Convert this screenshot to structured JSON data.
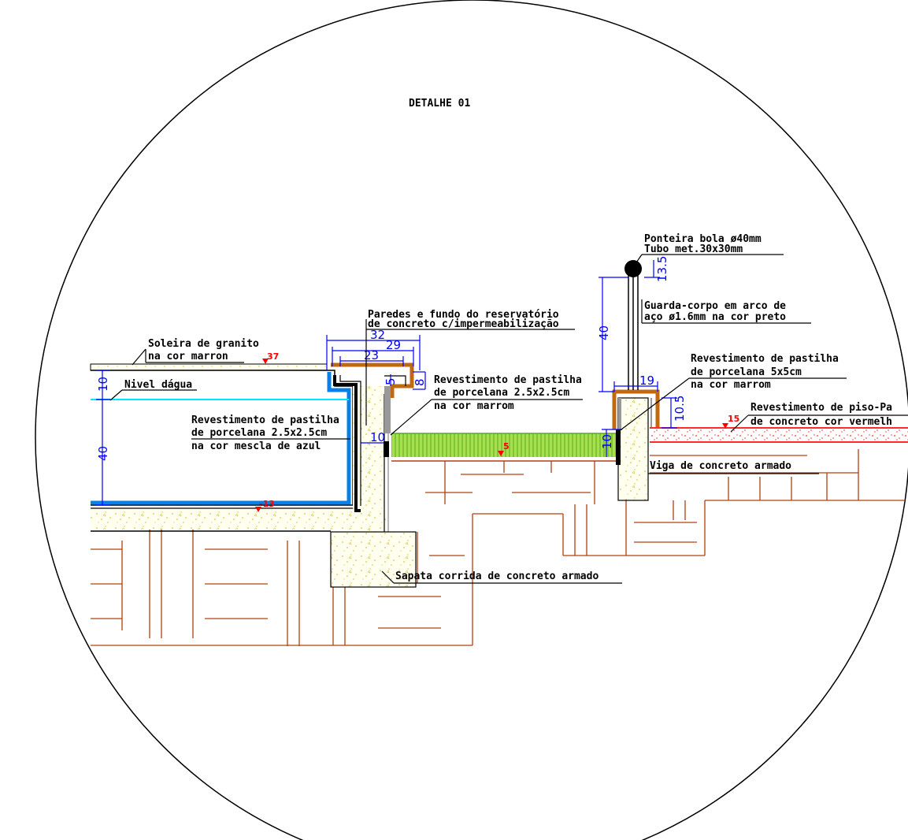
{
  "title": "DETALHE 01",
  "colors": {
    "outline": "#000000",
    "dimension": "#0000ff",
    "soil": "#b2400e",
    "water_line": "#00e5ff",
    "pool_tile": "#0a7fe6",
    "brown_tile": "#c06a10",
    "grass": "#8fd33c",
    "red_floor": "#ff2a2a",
    "concrete_fill": "#fffff0",
    "concrete_speck": "#d9c24a",
    "level_mark": "#ff0000"
  },
  "labels": {
    "soleira_1": "Soleira de granito",
    "soleira_2": "na cor marron",
    "nivel": "Nivel dágua",
    "pool_tile_1": "Revestimento de pastilha",
    "pool_tile_2": "de porcelana 2.5x2.5cm",
    "pool_tile_3": "na cor mescla de azul",
    "walls_1": "Paredes e fundo do reservatório",
    "walls_2": "de concreto c/impermeabilização",
    "tile_mid_1": "Revestimento de pastilha",
    "tile_mid_2": "de porcelana 2.5x2.5cm",
    "tile_mid_3": "na cor marrom",
    "ponteira_1": "Ponteira bola ø40mm",
    "ponteira_2": "Tubo met.30x30mm",
    "guarda_1": "Guarda-corpo em arco de",
    "guarda_2": "aço ø1.6mm na cor preto",
    "tile_right_1": "Revestimento de pastilha",
    "tile_right_2": "de porcelana 5x5cm",
    "tile_right_3": "na cor marrom",
    "piso_1": "Revestimento de piso-Pa",
    "piso_2": "de concreto cor vermelh",
    "viga": "Viga de concreto armado",
    "sapata": "Sapata corrida de concreto armado"
  },
  "dimensions": {
    "d32": "32",
    "d29": "29",
    "d23": "23",
    "d5": "5",
    "d8": "8",
    "d10_top": "10",
    "d40_pool": "40",
    "d10_wall": "10",
    "d13_5": "13.5",
    "d40_rail": "40",
    "d19": "19",
    "d10_5": "10.5",
    "d10_right": "10"
  },
  "levels": {
    "soleira": "37",
    "pool_bottom": "-13",
    "grass": "5",
    "floor": "15"
  }
}
